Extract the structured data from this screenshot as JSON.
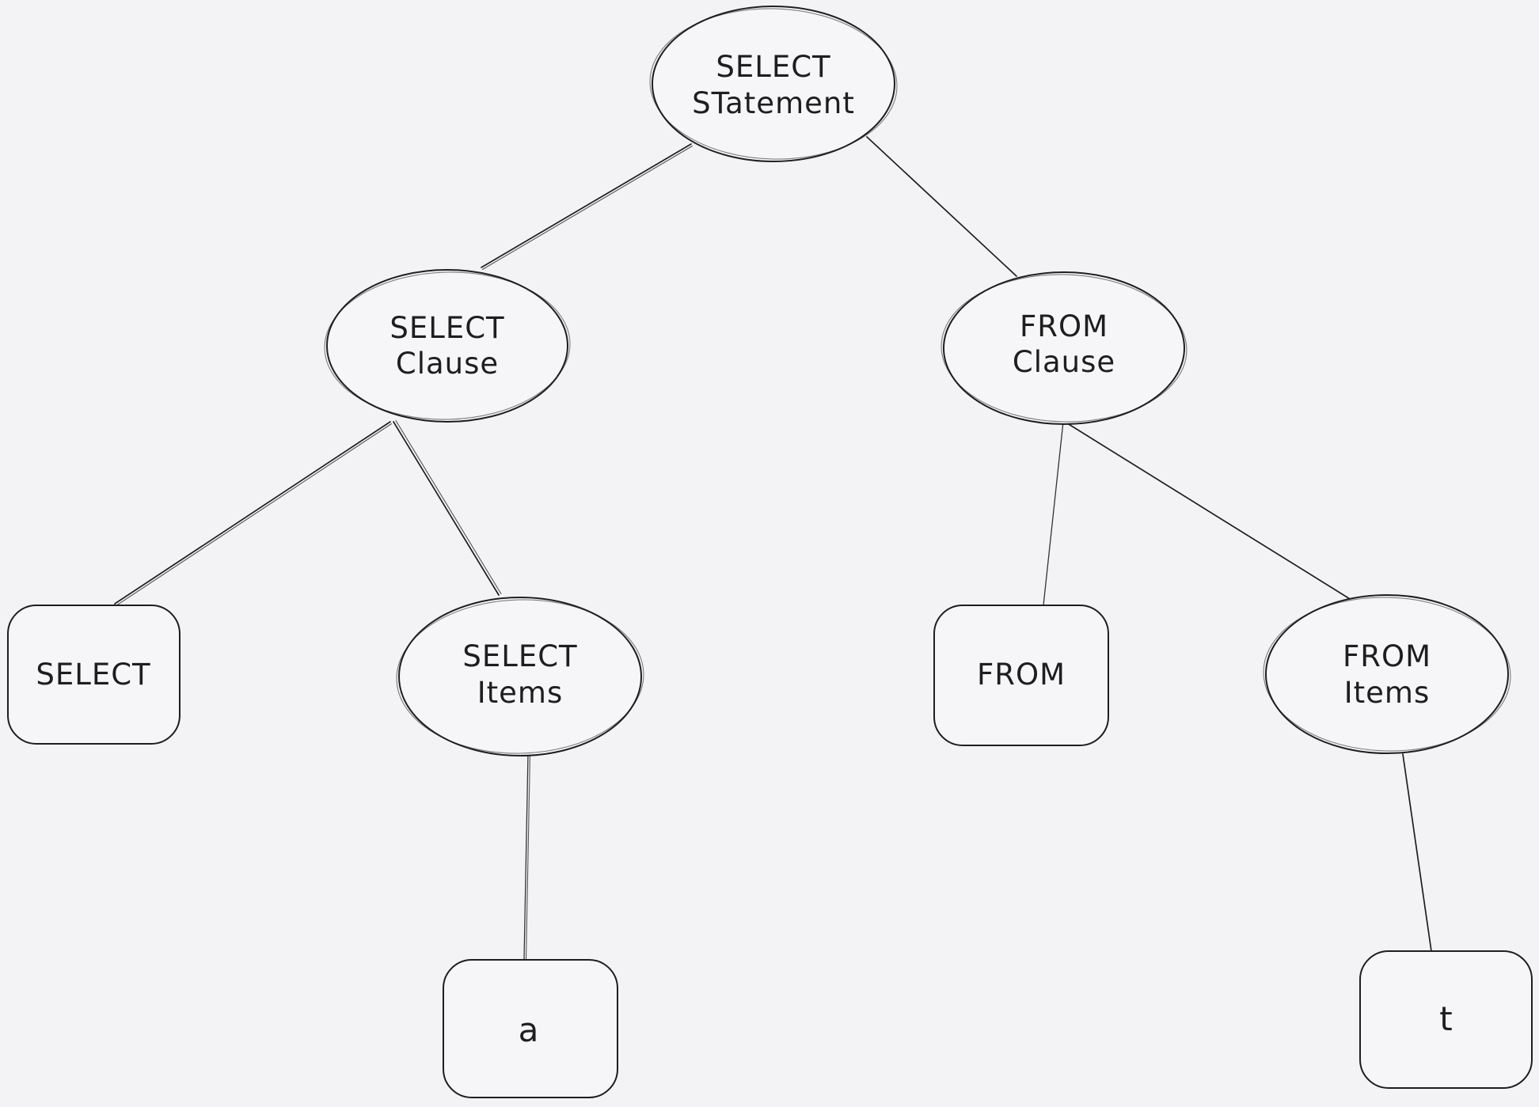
{
  "colors": {
    "background": "#f3f3f5",
    "ink": "#1e1e1e",
    "node_fill": "#f6f6f8"
  },
  "diagram_type": "parse-tree",
  "nodes": {
    "select_statement": {
      "shape": "ellipse",
      "line1": "SELECT",
      "line2": "STatement"
    },
    "select_clause": {
      "shape": "ellipse",
      "line1": "SELECT",
      "line2": "Clause"
    },
    "from_clause": {
      "shape": "ellipse",
      "line1": "FROM",
      "line2": "Clause"
    },
    "select_keyword": {
      "shape": "rectangle",
      "label": "SELECT"
    },
    "select_items": {
      "shape": "ellipse",
      "line1": "SELECT",
      "line2": "Items"
    },
    "from_keyword": {
      "shape": "rectangle",
      "label": "FROM"
    },
    "from_items": {
      "shape": "ellipse",
      "line1": "FROM",
      "line2": "Items"
    },
    "item_a": {
      "shape": "rectangle",
      "label": "a"
    },
    "item_t": {
      "shape": "rectangle",
      "label": "t"
    }
  },
  "edges": [
    {
      "from": "select_statement",
      "to": "select_clause"
    },
    {
      "from": "select_statement",
      "to": "from_clause"
    },
    {
      "from": "select_clause",
      "to": "select_keyword"
    },
    {
      "from": "select_clause",
      "to": "select_items"
    },
    {
      "from": "from_clause",
      "to": "from_keyword"
    },
    {
      "from": "from_clause",
      "to": "from_items"
    },
    {
      "from": "select_items",
      "to": "item_a"
    },
    {
      "from": "from_items",
      "to": "item_t"
    }
  ]
}
